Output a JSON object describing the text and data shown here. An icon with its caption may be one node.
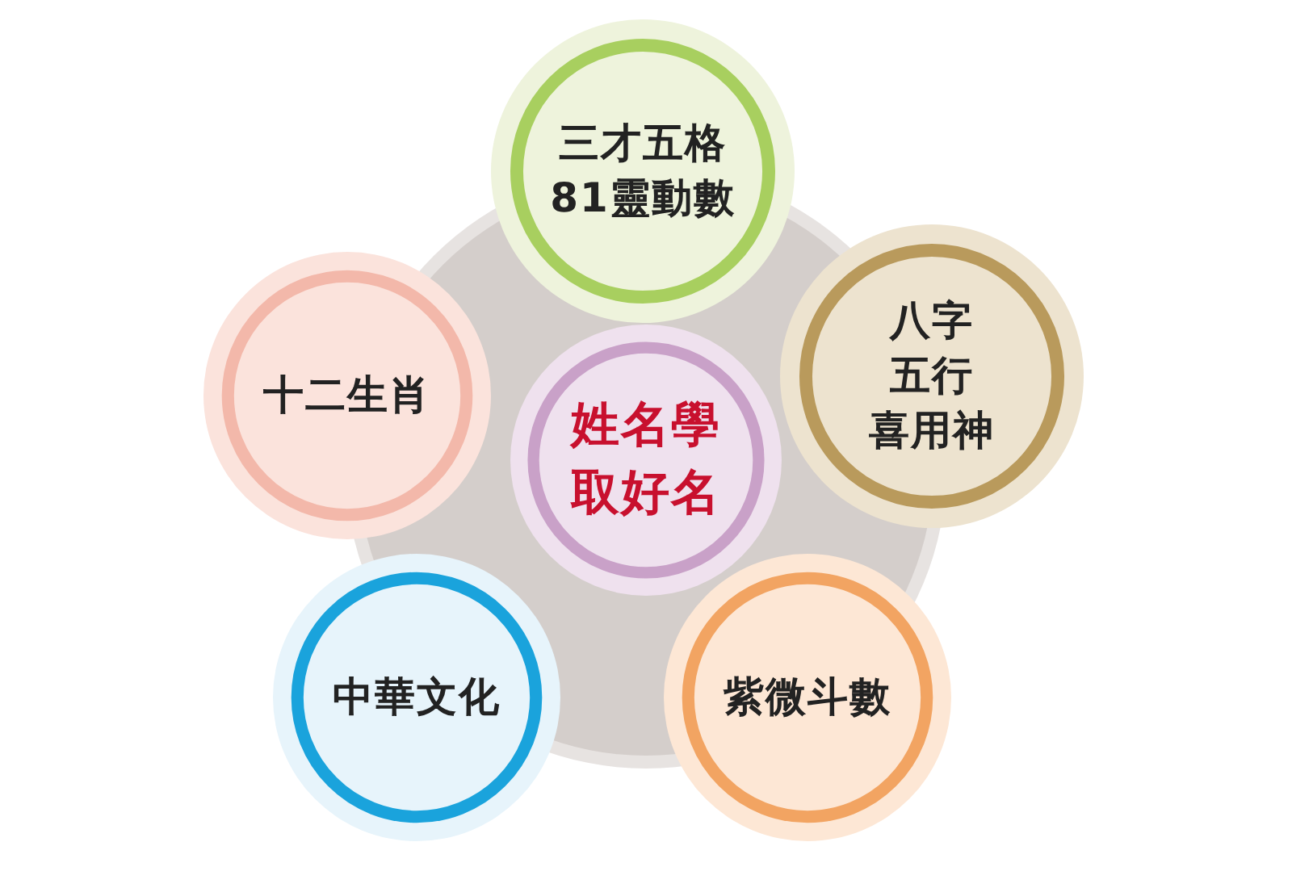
{
  "diagram": {
    "nodes": [
      {
        "text": [
          "三才五格",
          "81靈動數"
        ]
      },
      {
        "text": [
          "十二生肖"
        ]
      },
      {
        "text": [
          "姓名學",
          "取好名"
        ]
      },
      {
        "text": [
          "八字",
          "五行",
          "喜用神"
        ]
      },
      {
        "text": [
          "中華文化"
        ]
      },
      {
        "text": [
          "紫微斗數"
        ]
      }
    ]
  }
}
